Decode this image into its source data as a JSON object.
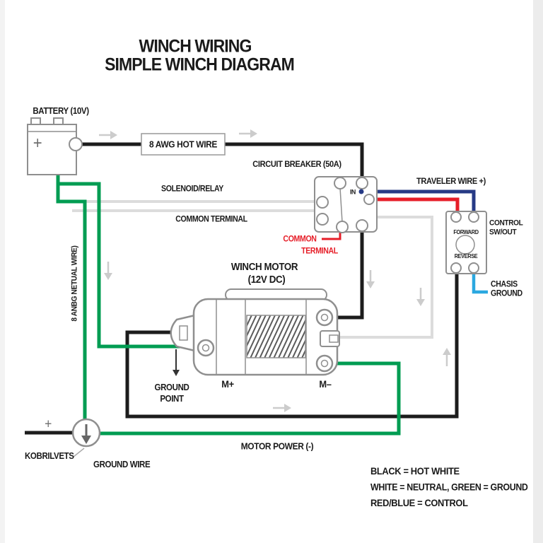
{
  "title": {
    "line1": "WINCH WIRING",
    "line2": "SIMPLE WINCH DIAGRAM"
  },
  "battery": {
    "label": "BATTERY (10V)",
    "plus": "+"
  },
  "wires": {
    "hot": "8 AWG HOT WIRE",
    "neutral": "8 ANBG NETUAL WIRE)",
    "traveler": "TRAVELER WIRE +)",
    "ground": "GROUND WIRE",
    "motor_power": "MOTOR POWER (-)"
  },
  "breaker": {
    "label": "CIRCUIT BREAKER (50A)",
    "in": "IN",
    "solenoid": "SOLENOID/RELAY",
    "common_top": "COMMON TERMINAL",
    "common_line1": "COMMON",
    "common_line2": "TERMINAL"
  },
  "control_switch": {
    "label_line1": "CONTROL",
    "label_line2": "SW/OUT",
    "forward": "FORWARD",
    "reverse": "REVERSE",
    "chasis_line1": "CHASIS",
    "chasis_line2": "GROUND"
  },
  "motor": {
    "label_line1": "WINCH MOTOR",
    "label_line2": "(12V DC)",
    "m_plus": "M+",
    "m_minus": "M–",
    "ground_point_line1": "GROUND",
    "ground_point_line2": "POINT"
  },
  "ground_symbol": {
    "plus": "+",
    "brand": "KOBRILVETS"
  },
  "legend": {
    "line1": "BLACK = HOT WHITE",
    "line2": "WHITE = NEUTRAL, GREEN = GROUND",
    "line3": "RED/BLUE = CONTROL"
  },
  "colors": {
    "hot_black": "#1c1c1c",
    "neutral_white": "#dcdcdc",
    "ground_green": "#009c52",
    "control_red": "#e61e28",
    "control_blue": "#263a85",
    "chassis_blue": "#2ba8e0",
    "component_gray": "#8f8f8f",
    "arrow_gray": "#cccccc"
  }
}
